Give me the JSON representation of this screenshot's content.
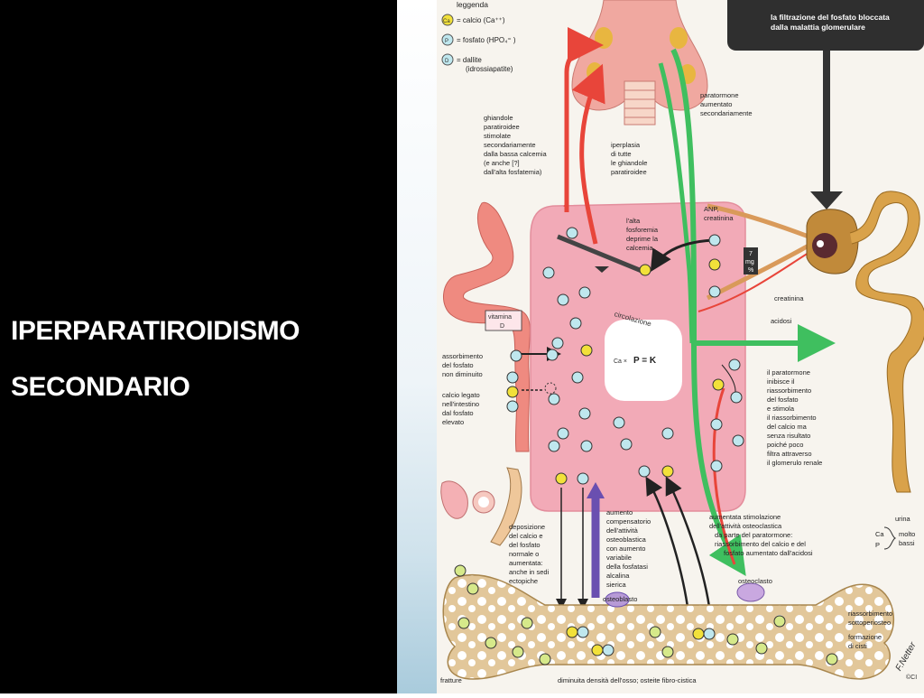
{
  "slide": {
    "title_line1": "IPERPARATIROIDISMO",
    "title_line2": "SECONDARIO"
  },
  "legend": {
    "heading": "leggenda",
    "items": [
      {
        "symbol": "Ca",
        "text": "= calcio (Ca⁺⁺)"
      },
      {
        "symbol": "P",
        "text": "= fosfato (HPO₄⁼ )"
      },
      {
        "symbol": "D",
        "text": "= dallite"
      },
      {
        "symbol": "",
        "text": "(idrossiapatite)"
      }
    ]
  },
  "header_box": {
    "lines": [
      "la filtrazione del fosfato bloccata",
      "dalla malattia glomerulare"
    ]
  },
  "labels": {
    "parathyroid_stimulated": [
      "ghiandole",
      "paratiroidee",
      "stimolate",
      "secondariamente",
      "dalla bassa calcemia",
      "(e anche [?]",
      "dall'alta fosfatemia)"
    ],
    "hyperplasia": [
      "iperplasia",
      "di tutte",
      "le ghiandole",
      "paratiroidee"
    ],
    "pth_increased": [
      "paratormone",
      "aumentato",
      "secondariamente"
    ],
    "high_phosphate": [
      "l'alta",
      "fosforemia",
      "deprime la",
      "calcemia"
    ],
    "anp": [
      "ANP,",
      "creatinina"
    ],
    "seven_mg": [
      "7",
      "mg",
      "%"
    ],
    "creatinine": "creatinina",
    "acidosis": "acidosi",
    "circulation": "circolazione",
    "formula_prefix": "Ca ×",
    "formula_main": "P = K",
    "vitamin_d": [
      "vitamina",
      "D"
    ],
    "absorption": [
      "assorbimento",
      "del fosfato",
      "non diminuito"
    ],
    "calcium_bound": [
      "calcio legato",
      "nell'intestino",
      "dal fosfato",
      "elevato"
    ],
    "pth_kidney": [
      "il paratormone",
      "inibisce il",
      "riassorbimento",
      "del fosfato",
      "e stimola",
      "il riassorbimento",
      "del calcio ma",
      "senza risultato",
      "poiché poco",
      "filtra attraverso",
      "il glomerulo renale"
    ],
    "deposition": [
      "deposizione",
      "del calcio e",
      "del fosfato",
      "normale o",
      "aumentata:",
      "anche in sedi",
      "ectopiche"
    ],
    "compensatory": [
      "aumento",
      "compensatorio",
      "dell'attività",
      "osteoblastica",
      "con aumento",
      "variabile",
      "della fosfatasi",
      "alcalina",
      "sierica"
    ],
    "osteoclastic": [
      "aumentata stimolazione",
      "dell'attività osteoclastica",
      "da parte del paratormone:",
      "riassorbimento del calcio e del",
      "fosfato aumentato dall'acidosi"
    ],
    "urine": "urina",
    "urine_ca": "Ca",
    "urine_p": "P",
    "urine_low": [
      "molto",
      "bassi"
    ],
    "osteoblast": "osteoblasto",
    "osteoclast": "osteoclasto",
    "subperiosteal": [
      "riassorbimento",
      "sottoperiosteo"
    ],
    "cysts": [
      "formazione",
      "di cisti"
    ],
    "fractures": "fratture",
    "density": "diminuita densità dell'osso; osteite fibro-cistica",
    "question_mark": "?",
    "signature": "F.Netter",
    "copyright": "©CI"
  },
  "colors": {
    "background_left": "#000000",
    "pink_circulation": "#f2aab7",
    "red_arrow": "#e8453a",
    "green_arrow": "#3fbf5f",
    "purple_arrow": "#6a4fb0",
    "phosphate": "#bfe7ee",
    "calcium": "#f2e13a",
    "bone": "#e2c79a",
    "kidney": "#d9a24a",
    "dark_box": "#2f2f2f"
  }
}
